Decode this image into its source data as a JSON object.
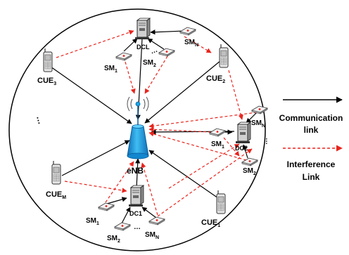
{
  "labels": {
    "dcl": "DCL",
    "dc1": "DC1",
    "dc2": "DC2",
    "enb": "eNB",
    "cue1_main": "CUE",
    "cue1_sub": "1",
    "cue2_main": "CUE",
    "cue2_sub": "2",
    "cue3_main": "CUE",
    "cue3_sub": "3",
    "cuem_main": "CUE",
    "cuem_sub": "M",
    "sm_main": "SM",
    "sub1": "1",
    "sub2": "2",
    "subN": "N",
    "dots_v": "…",
    "dots_h": "…"
  },
  "legend": {
    "communication_line1": "Communication",
    "communication_line2": "link",
    "interference_line1": "Interference",
    "interference_line2": "Link"
  },
  "colors": {
    "communication": "#000000",
    "interference": "#e8241d",
    "enb_fill": "#1aa3e8",
    "device_fill": "#d9d9d9"
  }
}
